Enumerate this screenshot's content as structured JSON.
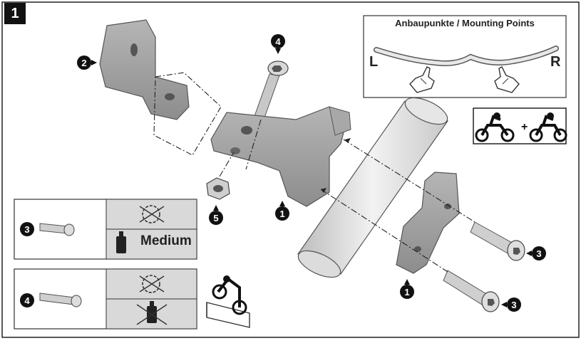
{
  "step_number": "1",
  "mounting_points": {
    "title": "Anbaupunkte / Mounting Points",
    "left_label": "L",
    "right_label": "R"
  },
  "callouts": {
    "bracket": "2",
    "bolt_top": "4",
    "nut": "5",
    "clamp_upper": "1",
    "clamp_lower": "1",
    "bolt_right_a": "3",
    "bolt_right_b": "3"
  },
  "legend": {
    "row1_part": "3",
    "row1_threadlock": "Medium",
    "row2_part": "4"
  },
  "rider_plus": "+",
  "colors": {
    "part_gray": "#9a9a9a",
    "line": "#222222",
    "bar": "#d4d4d4"
  }
}
